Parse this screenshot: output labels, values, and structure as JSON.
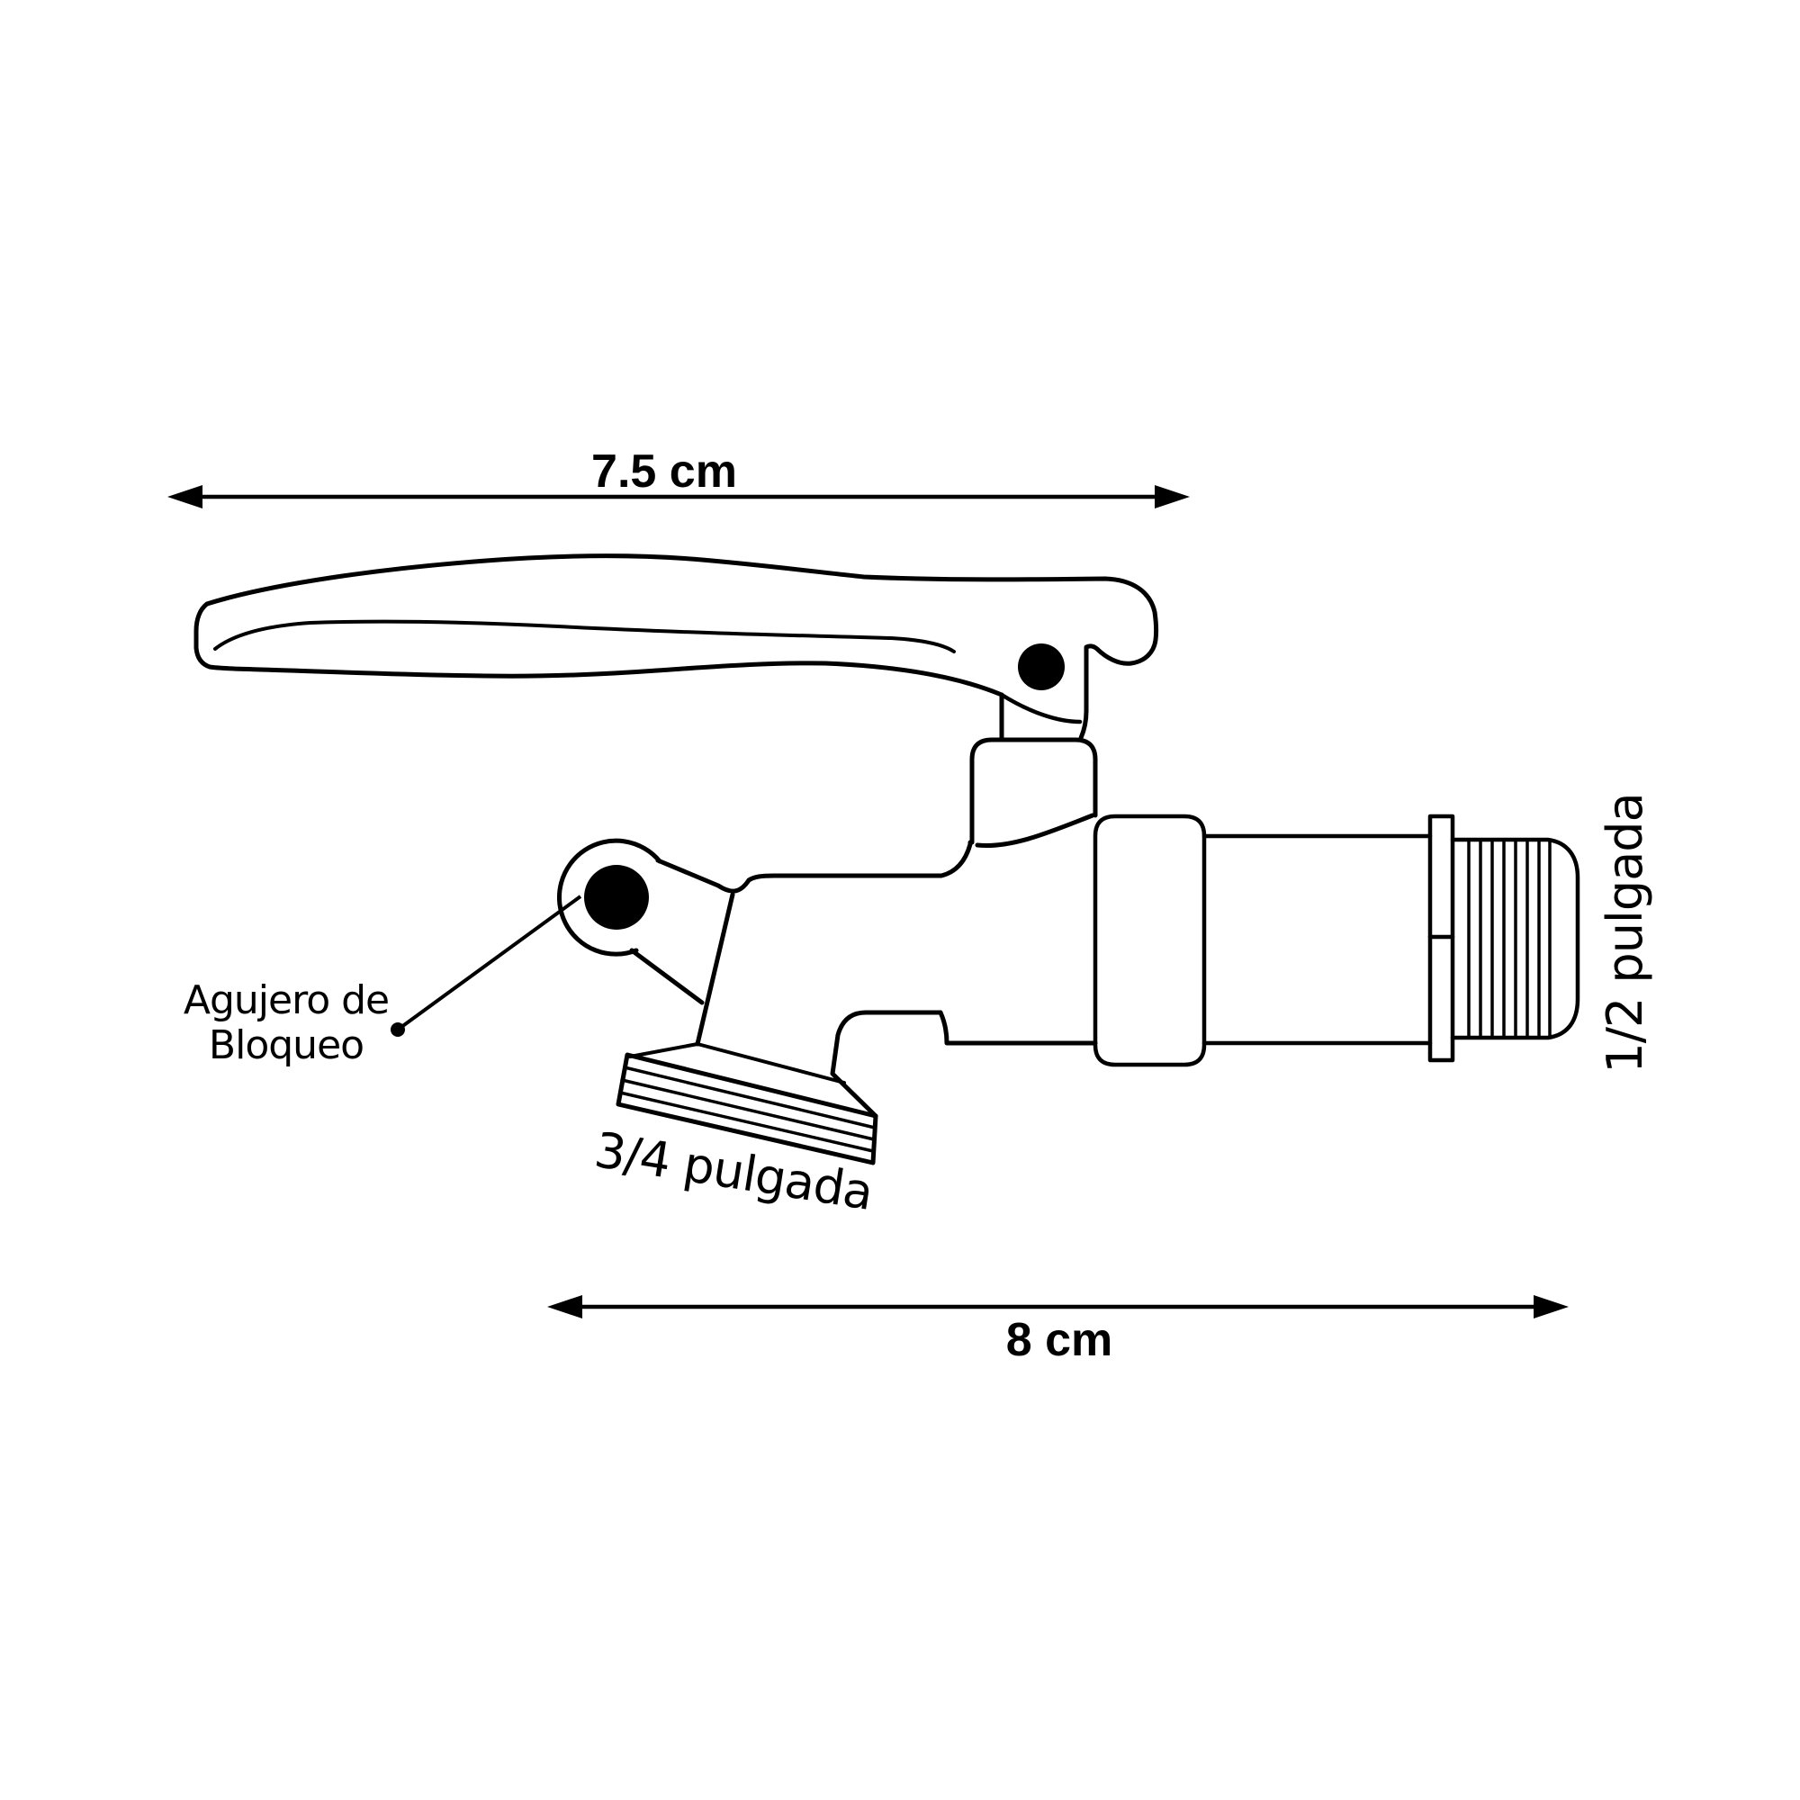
{
  "canvas": {
    "background_color": "#ffffff",
    "line_color": "#000000",
    "subject": "drum tap faucet technical drawing, side view"
  },
  "dimensions": {
    "handle_width": {
      "value": "7.5 cm"
    },
    "body_length": {
      "value": "8 cm"
    },
    "outlet_size": {
      "value": "3/4 pulgada"
    },
    "inlet_size": {
      "value": "1/2 pulgada"
    }
  },
  "annotations": {
    "lock_hole_line1": "Agujero de",
    "lock_hole_line2": "Bloqueo"
  }
}
